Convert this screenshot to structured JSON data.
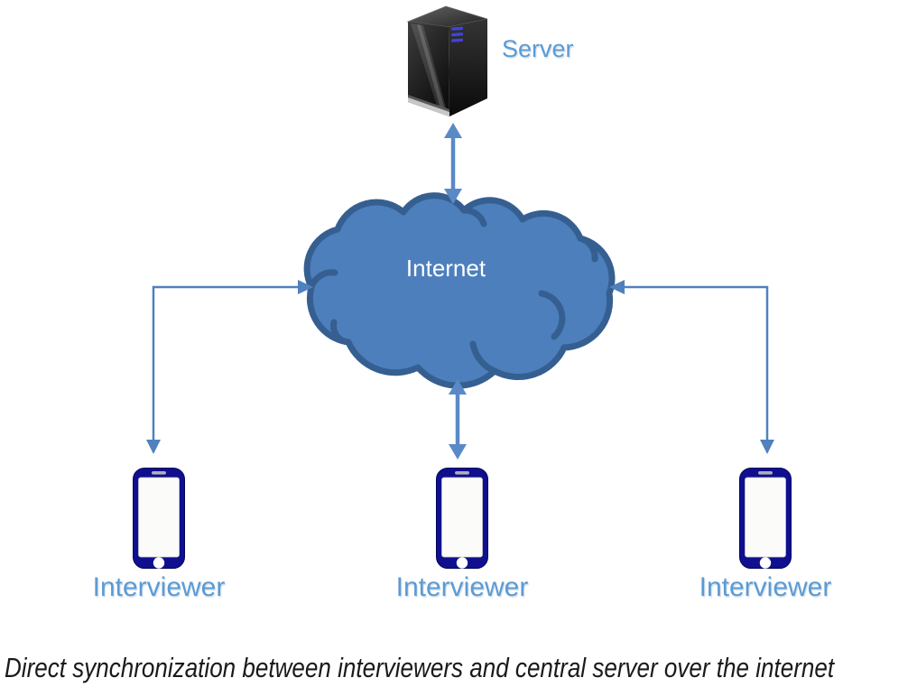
{
  "diagram": {
    "caption": "Direct synchronization between interviewers and central server over the internet",
    "nodes": {
      "server": {
        "label": "Server",
        "icon": "server-tower-icon"
      },
      "internet": {
        "label": "Internet",
        "icon": "cloud-shape"
      },
      "interviewers": [
        {
          "label": "Interviewer",
          "icon": "smartphone-icon",
          "position": "left"
        },
        {
          "label": "Interviewer",
          "icon": "smartphone-icon",
          "position": "center"
        },
        {
          "label": "Interviewer",
          "icon": "smartphone-icon",
          "position": "right"
        }
      ]
    },
    "edges": [
      {
        "from": "server",
        "to": "internet",
        "style": "double-headed-straight-arrow"
      },
      {
        "from": "internet",
        "to": "interviewer-left",
        "style": "double-headed-elbow-arrow"
      },
      {
        "from": "internet",
        "to": "interviewer-center",
        "style": "double-headed-straight-arrow"
      },
      {
        "from": "internet",
        "to": "interviewer-right",
        "style": "double-headed-elbow-arrow"
      }
    ],
    "colors": {
      "background": "#FFFFFF",
      "cloud_fill": "#4C7FBC",
      "cloud_border": "#365F91",
      "connector_arrow": "#4F81BD",
      "double_arrow": "#5A8AC6",
      "node_label_blue": "#5B9BD5",
      "internet_label_text": "#FFFFFF",
      "phone_body_navy": "#0F0F90",
      "caption_text": "#1A1A1A"
    }
  }
}
